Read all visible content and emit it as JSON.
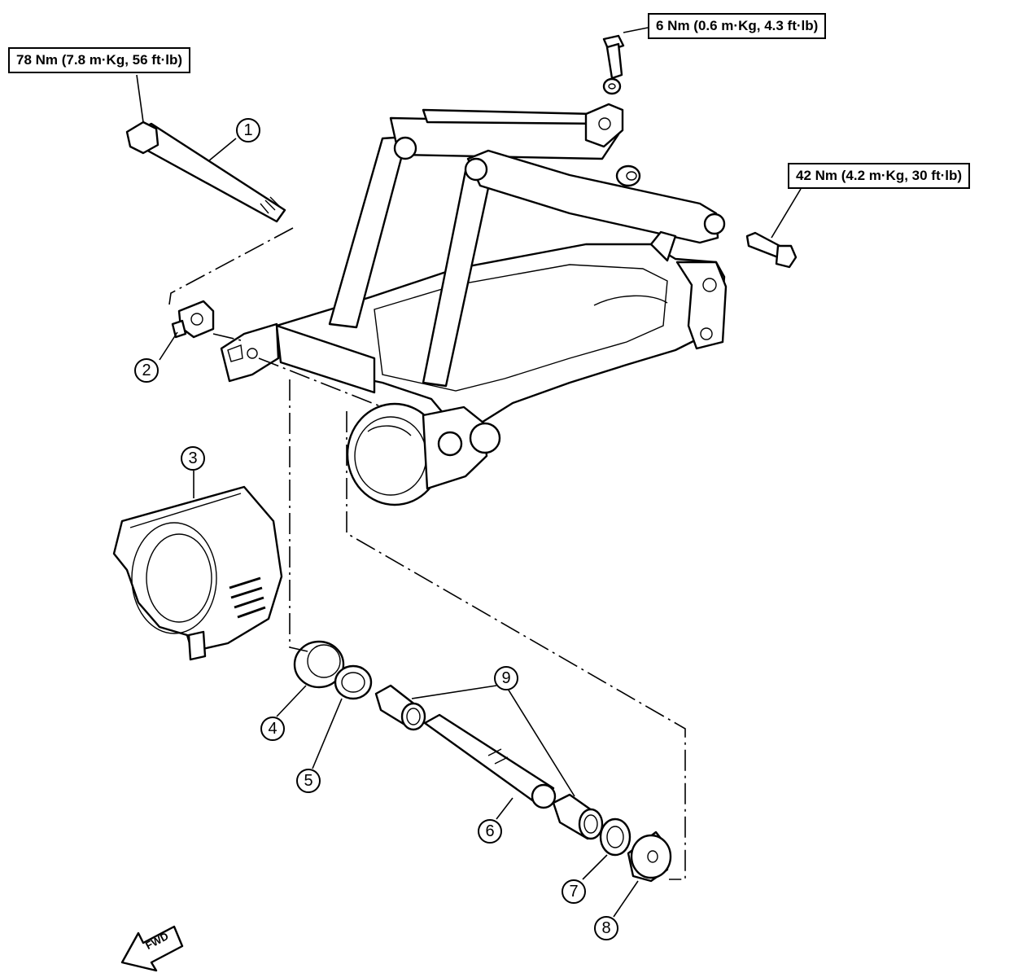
{
  "torque_specs": {
    "pivot_bolt": "78 Nm (7.8 m·Kg, 56 ft·lb)",
    "small_bolt": "6 Nm (0.6 m·Kg, 4.3 ft·lb)",
    "frame_bolt": "42 Nm (4.2 m·Kg, 30 ft·lb)"
  },
  "callouts": [
    "1",
    "2",
    "3",
    "4",
    "5",
    "6",
    "7",
    "8",
    "9"
  ],
  "direction_label": "FWD"
}
